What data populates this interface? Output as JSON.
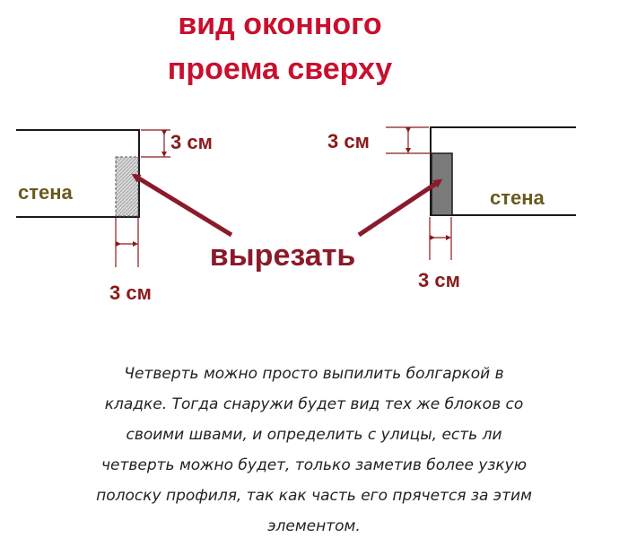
{
  "title": {
    "line1": "вид оконного",
    "line2": "проема сверху"
  },
  "left_wall": {
    "label": "стена",
    "dim_top": "3 см",
    "dim_bottom": "3 см"
  },
  "right_wall": {
    "label": "стена",
    "dim_top": "3 см",
    "dim_bottom": "3 см"
  },
  "cut_label": "вырезать",
  "caption_lines": [
    "Четверть можно просто выпилить болгаркой в",
    "кладке. Тогда снаружи будет вид тех же блоков со",
    "своими швами, и определить с улицы, есть ли",
    "четверть можно будет, только заметив более узкую",
    "полоску профиля, так как часть его прячется за этим",
    "элементом."
  ],
  "colors": {
    "title": "#c8102e",
    "dimension": "#8b1a1a",
    "arrow": "#8b1a2a",
    "wall_label": "#6b5a1e",
    "outline": "#1a1a1a",
    "cut_fill_right": "#7a7a7a"
  }
}
